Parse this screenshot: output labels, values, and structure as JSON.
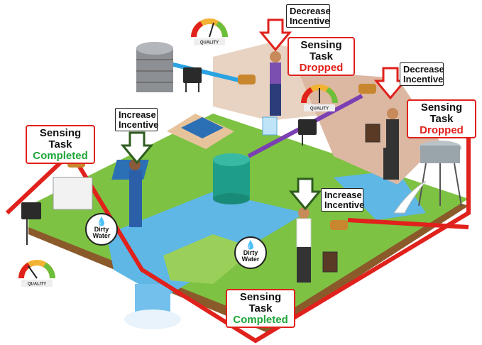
{
  "labels": {
    "decrease_incentive_1": [
      "Decrease",
      "Incentive"
    ],
    "decrease_incentive_2": [
      "Decrease",
      "Incentive"
    ],
    "increase_incentive_1": [
      "Increase",
      "Incentive"
    ],
    "increase_incentive_2": [
      "Increase",
      "Incentive"
    ],
    "task_dropped_1": {
      "title": "Sensing Task",
      "status": "Dropped"
    },
    "task_dropped_2": {
      "title": "Sensing Task",
      "status": "Dropped"
    },
    "task_completed_1": {
      "title": "Sensing Task",
      "status": "Completed"
    },
    "task_completed_2": {
      "title": "Sensing Task",
      "status": "Completed"
    },
    "dirty_water_1": [
      "Dirty",
      "Water"
    ],
    "dirty_water_2": [
      "Dirty",
      "Water"
    ],
    "quality_gauge_1": "QUALITY",
    "quality_gauge_2": "QUALITY",
    "quality_gauge_3": "QUALITY"
  },
  "colors": {
    "route_line": "#e0211c",
    "arrow_fill": "#ffffff",
    "arrow_green_stroke": "#2f5d1e",
    "arrow_red_stroke": "#e0211c",
    "dropped_text": "#e0211c",
    "completed_text": "#1fa53a",
    "grass": "#7dc242",
    "water": "#5fb7e6",
    "earth_side": "#8b5a2b"
  }
}
